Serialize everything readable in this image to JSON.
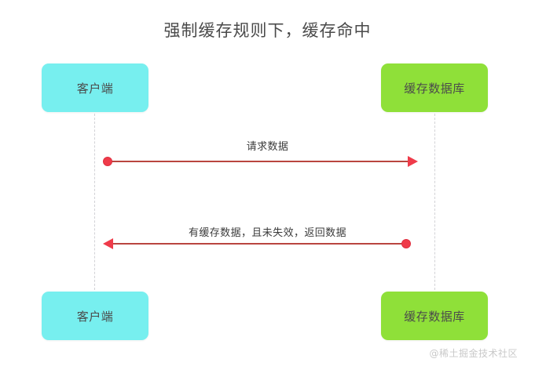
{
  "diagram": {
    "title": "强制缓存规则下，缓存命中",
    "type": "sequence-diagram",
    "background_color": "#ffffff",
    "participants": [
      {
        "id": "client",
        "label": "客户端",
        "color": "#77efef",
        "lifeline_color": "#d2d2d6"
      },
      {
        "id": "cache",
        "label": "缓存数据库",
        "color": "#8fe039",
        "lifeline_color": "#d2d2d6"
      }
    ],
    "messages": [
      {
        "label": "请求数据",
        "from": "client",
        "to": "cache",
        "direction": "right",
        "color": "#ef3b4a",
        "line_color": "#b9453f"
      },
      {
        "label": "有缓存数据，且未失效，返回数据",
        "from": "cache",
        "to": "client",
        "direction": "left",
        "color": "#ef3b4a",
        "line_color": "#b9453f"
      }
    ],
    "footer_nodes": [
      {
        "id": "client-bottom",
        "label": "客户端",
        "color": "#77efef"
      },
      {
        "id": "cache-bottom",
        "label": "缓存数据库",
        "color": "#8fe039"
      }
    ],
    "watermark": "@稀土掘金技术社区"
  }
}
